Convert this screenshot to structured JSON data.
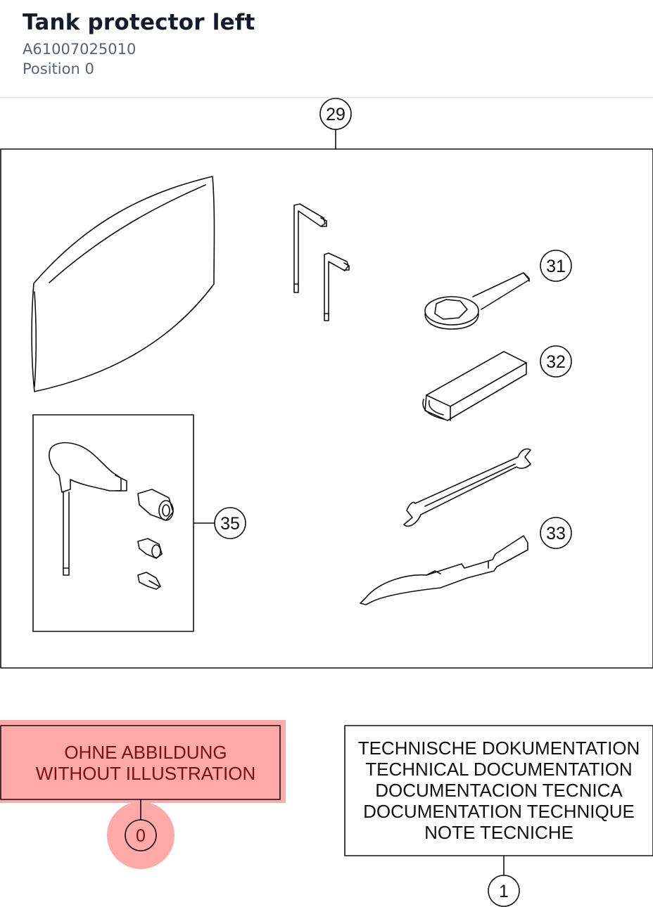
{
  "header": {
    "title": "Tank protector left",
    "part_number": "A61007025010",
    "position": "Position 0"
  },
  "callouts": {
    "c29": "29",
    "c31": "31",
    "c32": "32",
    "c33": "33",
    "c35": "35",
    "c0": "0",
    "c1": "1"
  },
  "no_illustration": {
    "line1": "OHNE ABBILDUNG",
    "line2": "WITHOUT ILLUSTRATION"
  },
  "technical_docs": {
    "line1": "TECHNISCHE DOKUMENTATION",
    "line2": "TECHNICAL DOCUMENTATION",
    "line3": "DOCUMENTACION TECNICA",
    "line4": "DOCUMENTATION TECHNIQUE",
    "line5": "NOTE TECNICHE"
  },
  "colors": {
    "highlight_fill": "#ffa9a9",
    "highlight_text": "#7a1010",
    "line": "#111111"
  }
}
